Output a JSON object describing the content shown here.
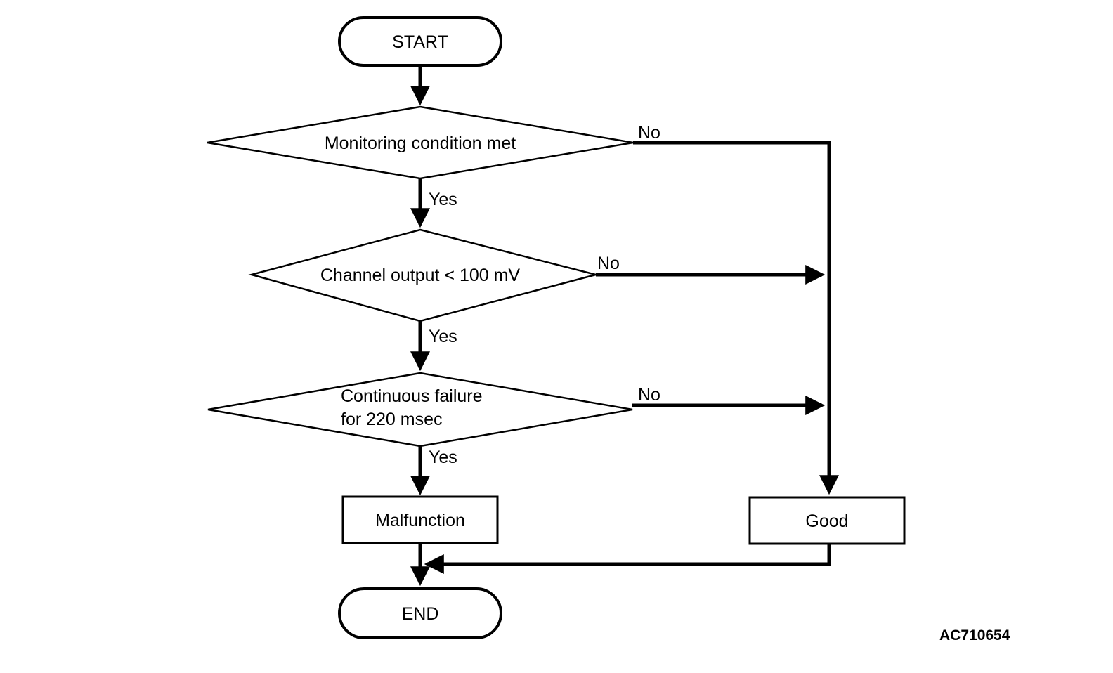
{
  "flowchart": {
    "nodes": {
      "start": {
        "label": "START",
        "shape": "stadium"
      },
      "monitoring": {
        "label": "Monitoring condition met",
        "shape": "decision"
      },
      "channel_output": {
        "label": "Channel output < 100 mV",
        "shape": "decision"
      },
      "continuous_failure": {
        "label_line1": "Continuous failure",
        "label_line2": "for 220 msec",
        "shape": "decision"
      },
      "malfunction": {
        "label": "Malfunction",
        "shape": "process"
      },
      "good": {
        "label": "Good",
        "shape": "process"
      },
      "end": {
        "label": "END",
        "shape": "stadium"
      }
    },
    "edge_labels": {
      "monitoring_yes": "Yes",
      "monitoring_no": "No",
      "channel_yes": "Yes",
      "channel_no": "No",
      "failure_yes": "Yes",
      "failure_no": "No"
    },
    "figure_code": "AC710654",
    "colors": {
      "stroke": "#000000",
      "background": "#ffffff",
      "text": "#000000"
    }
  }
}
